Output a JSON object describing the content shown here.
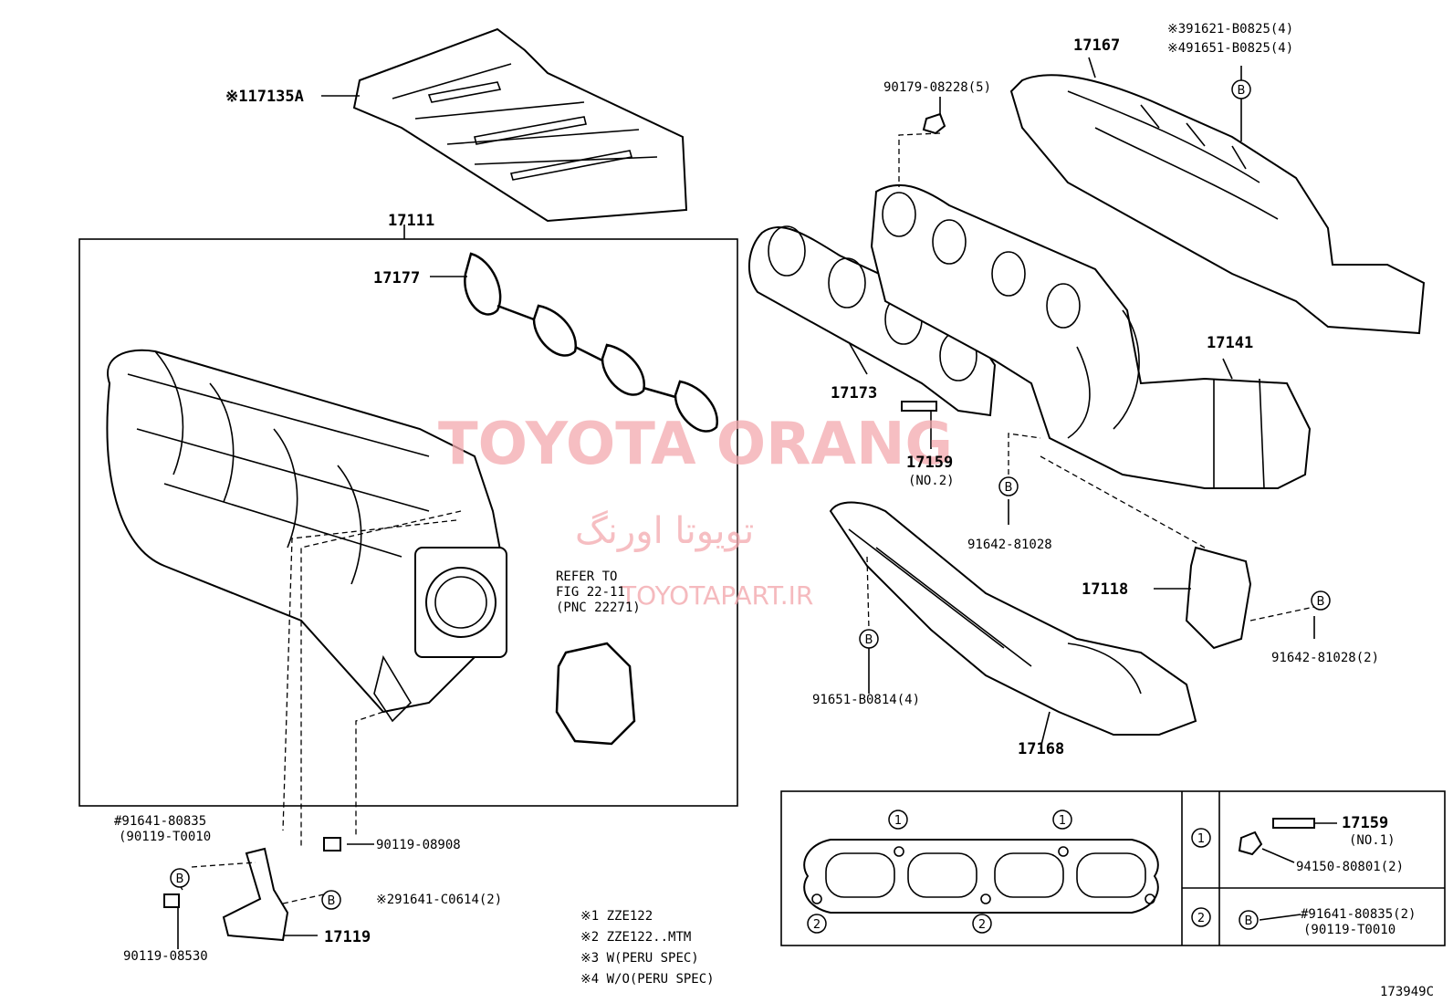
{
  "labels": {
    "l17135a": "※117135A",
    "l17111": "17111",
    "l17177": "17177",
    "l17167": "17167",
    "l91621": "※391621-B0825(4)",
    "l91651a": "※491651-B0825(4)",
    "l90179": "90179-08228(5)",
    "l17173": "17173",
    "l17141": "17141",
    "l17159a": "17159",
    "l17159a_sub": "(NO.2)",
    "l91642a": "91642-81028",
    "l17118": "17118",
    "l91642b": "91642-81028(2)",
    "l91651b": "91651-B0814(4)",
    "l17168": "17168",
    "refer1": "REFER TO",
    "refer2": "FIG 22-11",
    "refer3": "(PNC 22271)",
    "l91641a": "#91641-80835",
    "l90119a": "(90119-T0010",
    "l90119b": "90119-08908",
    "l91641c": "※291641-C0614(2)",
    "l17119": "17119",
    "l90119c": "90119-08530",
    "note1": "※1 ZZE122",
    "note2": "※2 ZZE122..MTM",
    "note3": "※3 W(PERU SPEC)",
    "note4": "※4 W/O(PERU SPEC)",
    "t17159": "17159",
    "t17159_sub": "(NO.1)",
    "t94150": "94150-80801(2)",
    "t91641": "#91641-80835(2)",
    "t90119": "(90119-T0010",
    "figcode": "173949C"
  },
  "callouts": {
    "one": "1",
    "two": "2",
    "b": "B"
  },
  "watermark": {
    "brand": "TOYOTA ORANG",
    "farsi": "تویوتا اورنگ",
    "url": "TOYOTAPART.IR"
  },
  "colors": {
    "line": "#000000",
    "watermark": "#f3a9ae"
  }
}
